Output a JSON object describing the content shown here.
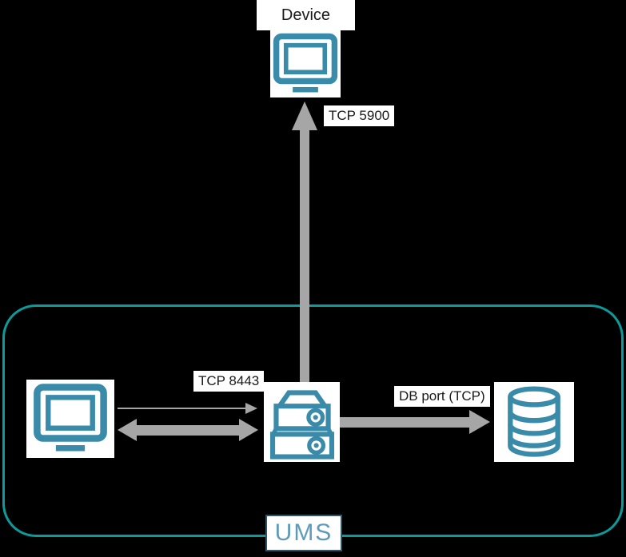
{
  "background": "#000000",
  "colors": {
    "background": "#000000",
    "icon_teal": "#3A8AA9",
    "container_border": "#0D9A9A",
    "arrow_gray": "#A6A6A6",
    "label_bg": "#FFFFFF",
    "label_text": "#1A1A1A",
    "ums_text": "#5F9AB8",
    "ums_border": "#2E5469"
  },
  "nodes": {
    "device": {
      "label": "Device",
      "icon": "monitor-icon"
    },
    "console": {
      "icon": "monitor-icon"
    },
    "ums_server": {
      "icon": "server-icon"
    },
    "database": {
      "icon": "database-icon"
    }
  },
  "group": {
    "label": "UMS"
  },
  "edges": [
    {
      "id": "server-to-device",
      "label": "TCP 5900",
      "direction": "up",
      "style": "thick"
    },
    {
      "id": "console-to-server",
      "label": "TCP 8443",
      "direction": "right",
      "style": "thin"
    },
    {
      "id": "console-server-bidirectional",
      "label": "",
      "direction": "both",
      "style": "thick"
    },
    {
      "id": "server-to-database",
      "label": "DB port (TCP)",
      "direction": "right",
      "style": "thick"
    }
  ]
}
